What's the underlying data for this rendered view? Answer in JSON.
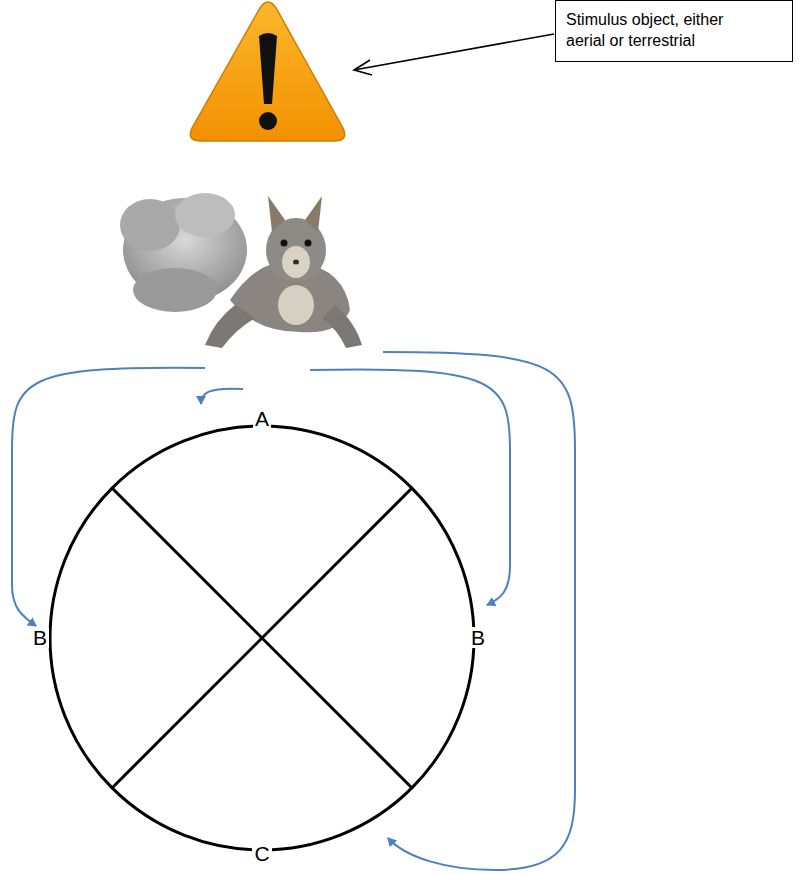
{
  "diagram": {
    "nodes": [
      {
        "text": [
          "Stimulus object, either aerial or terrestrial"
        ]
      }
    ],
    "labels": [
      "A",
      "B",
      "B",
      "C"
    ]
  }
}
